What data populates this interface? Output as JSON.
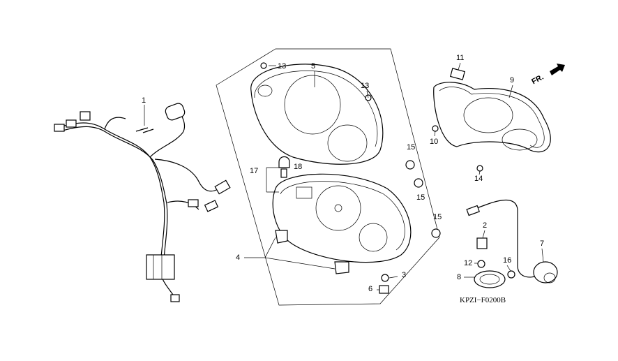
{
  "diagram": {
    "direction_label": "FR.",
    "reference_code": "KPZI−F0200B",
    "callouts": [
      {
        "id": "1",
        "part": "wire-harness"
      },
      {
        "id": "13",
        "part": "screw-upper-left"
      },
      {
        "id": "5",
        "part": "meter-lens-cover"
      },
      {
        "id": "13",
        "part": "screw-upper-right"
      },
      {
        "id": "15",
        "part": "bulb-socket-a"
      },
      {
        "id": "17",
        "part": "grommet-group"
      },
      {
        "id": "18",
        "part": "bulb"
      },
      {
        "id": "15",
        "part": "bulb-socket-b"
      },
      {
        "id": "15",
        "part": "bulb-socket-c"
      },
      {
        "id": "4",
        "part": "meter-assembly"
      },
      {
        "id": "3",
        "part": "screw-lower"
      },
      {
        "id": "6",
        "part": "nut-lower"
      },
      {
        "id": "11",
        "part": "clip"
      },
      {
        "id": "9",
        "part": "meter-visor"
      },
      {
        "id": "10",
        "part": "washer"
      },
      {
        "id": "14",
        "part": "bolt"
      },
      {
        "id": "2",
        "part": "connector-holder"
      },
      {
        "id": "12",
        "part": "clamp-bolt"
      },
      {
        "id": "16",
        "part": "clamp-nut"
      },
      {
        "id": "8",
        "part": "band-clamp"
      },
      {
        "id": "7",
        "part": "speed-sensor"
      }
    ]
  }
}
